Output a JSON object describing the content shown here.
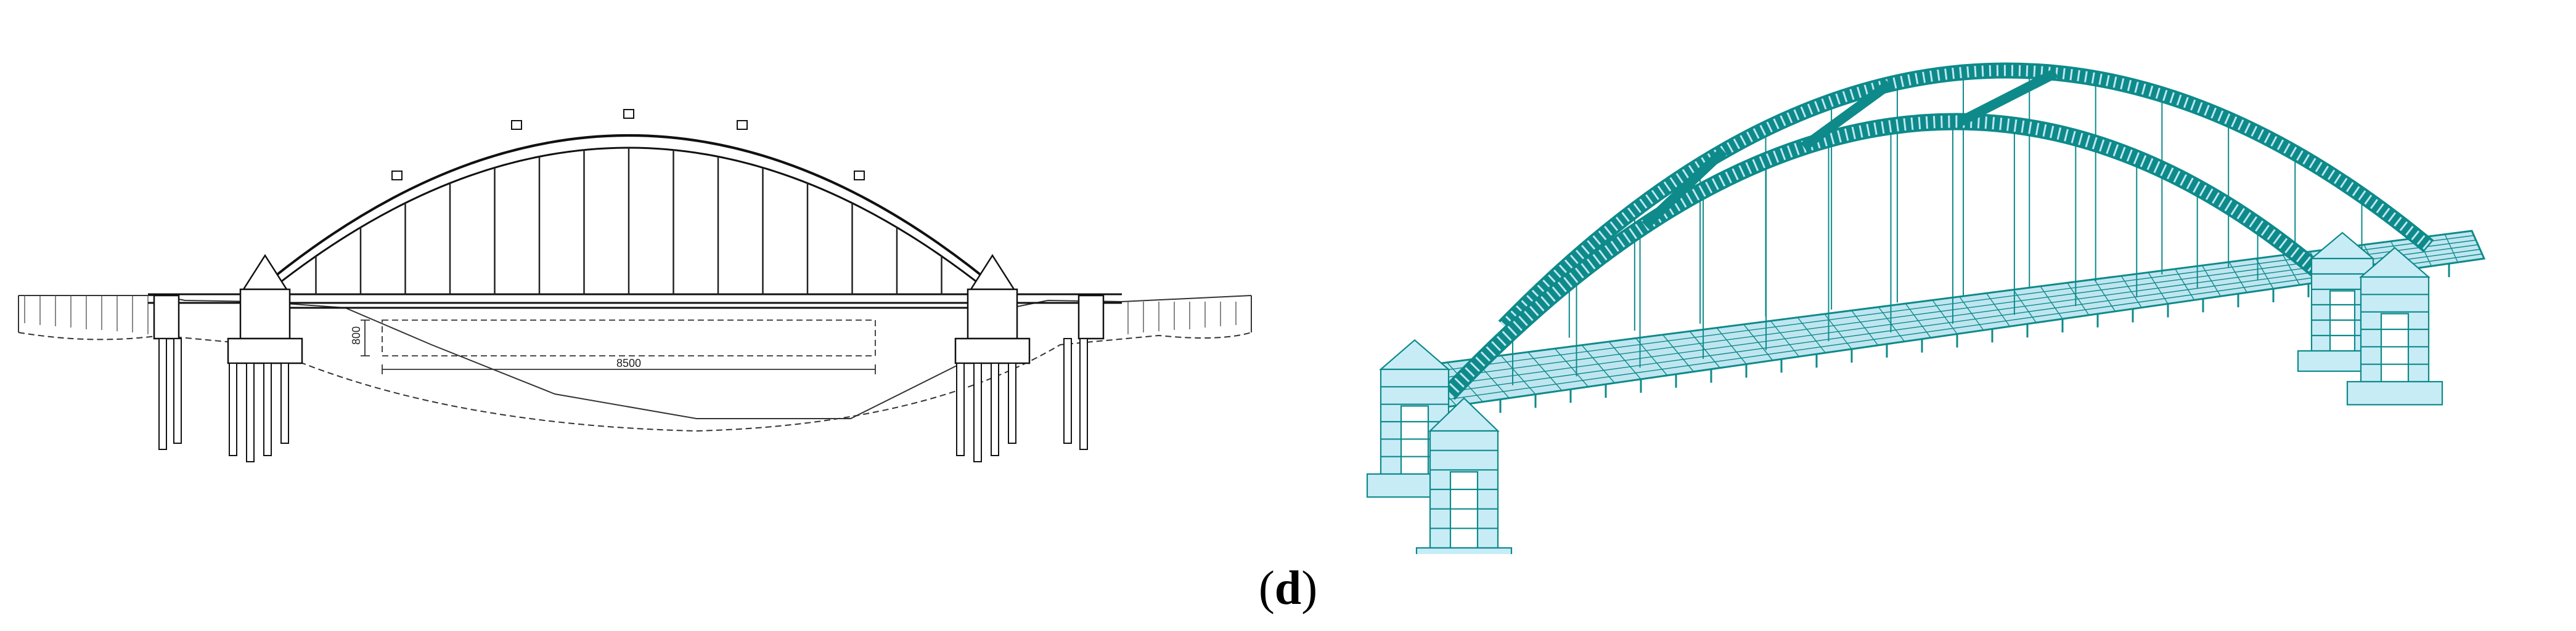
{
  "figure": {
    "caption_open": "(",
    "caption_letter": "d",
    "caption_close": ")"
  },
  "elevation": {
    "dimension_length": "8500",
    "dimension_height": "800"
  },
  "model": {
    "member_color": "#0e8a8a",
    "fill_color": "#bfe6f0",
    "pier_color": "#c8ecf6"
  }
}
